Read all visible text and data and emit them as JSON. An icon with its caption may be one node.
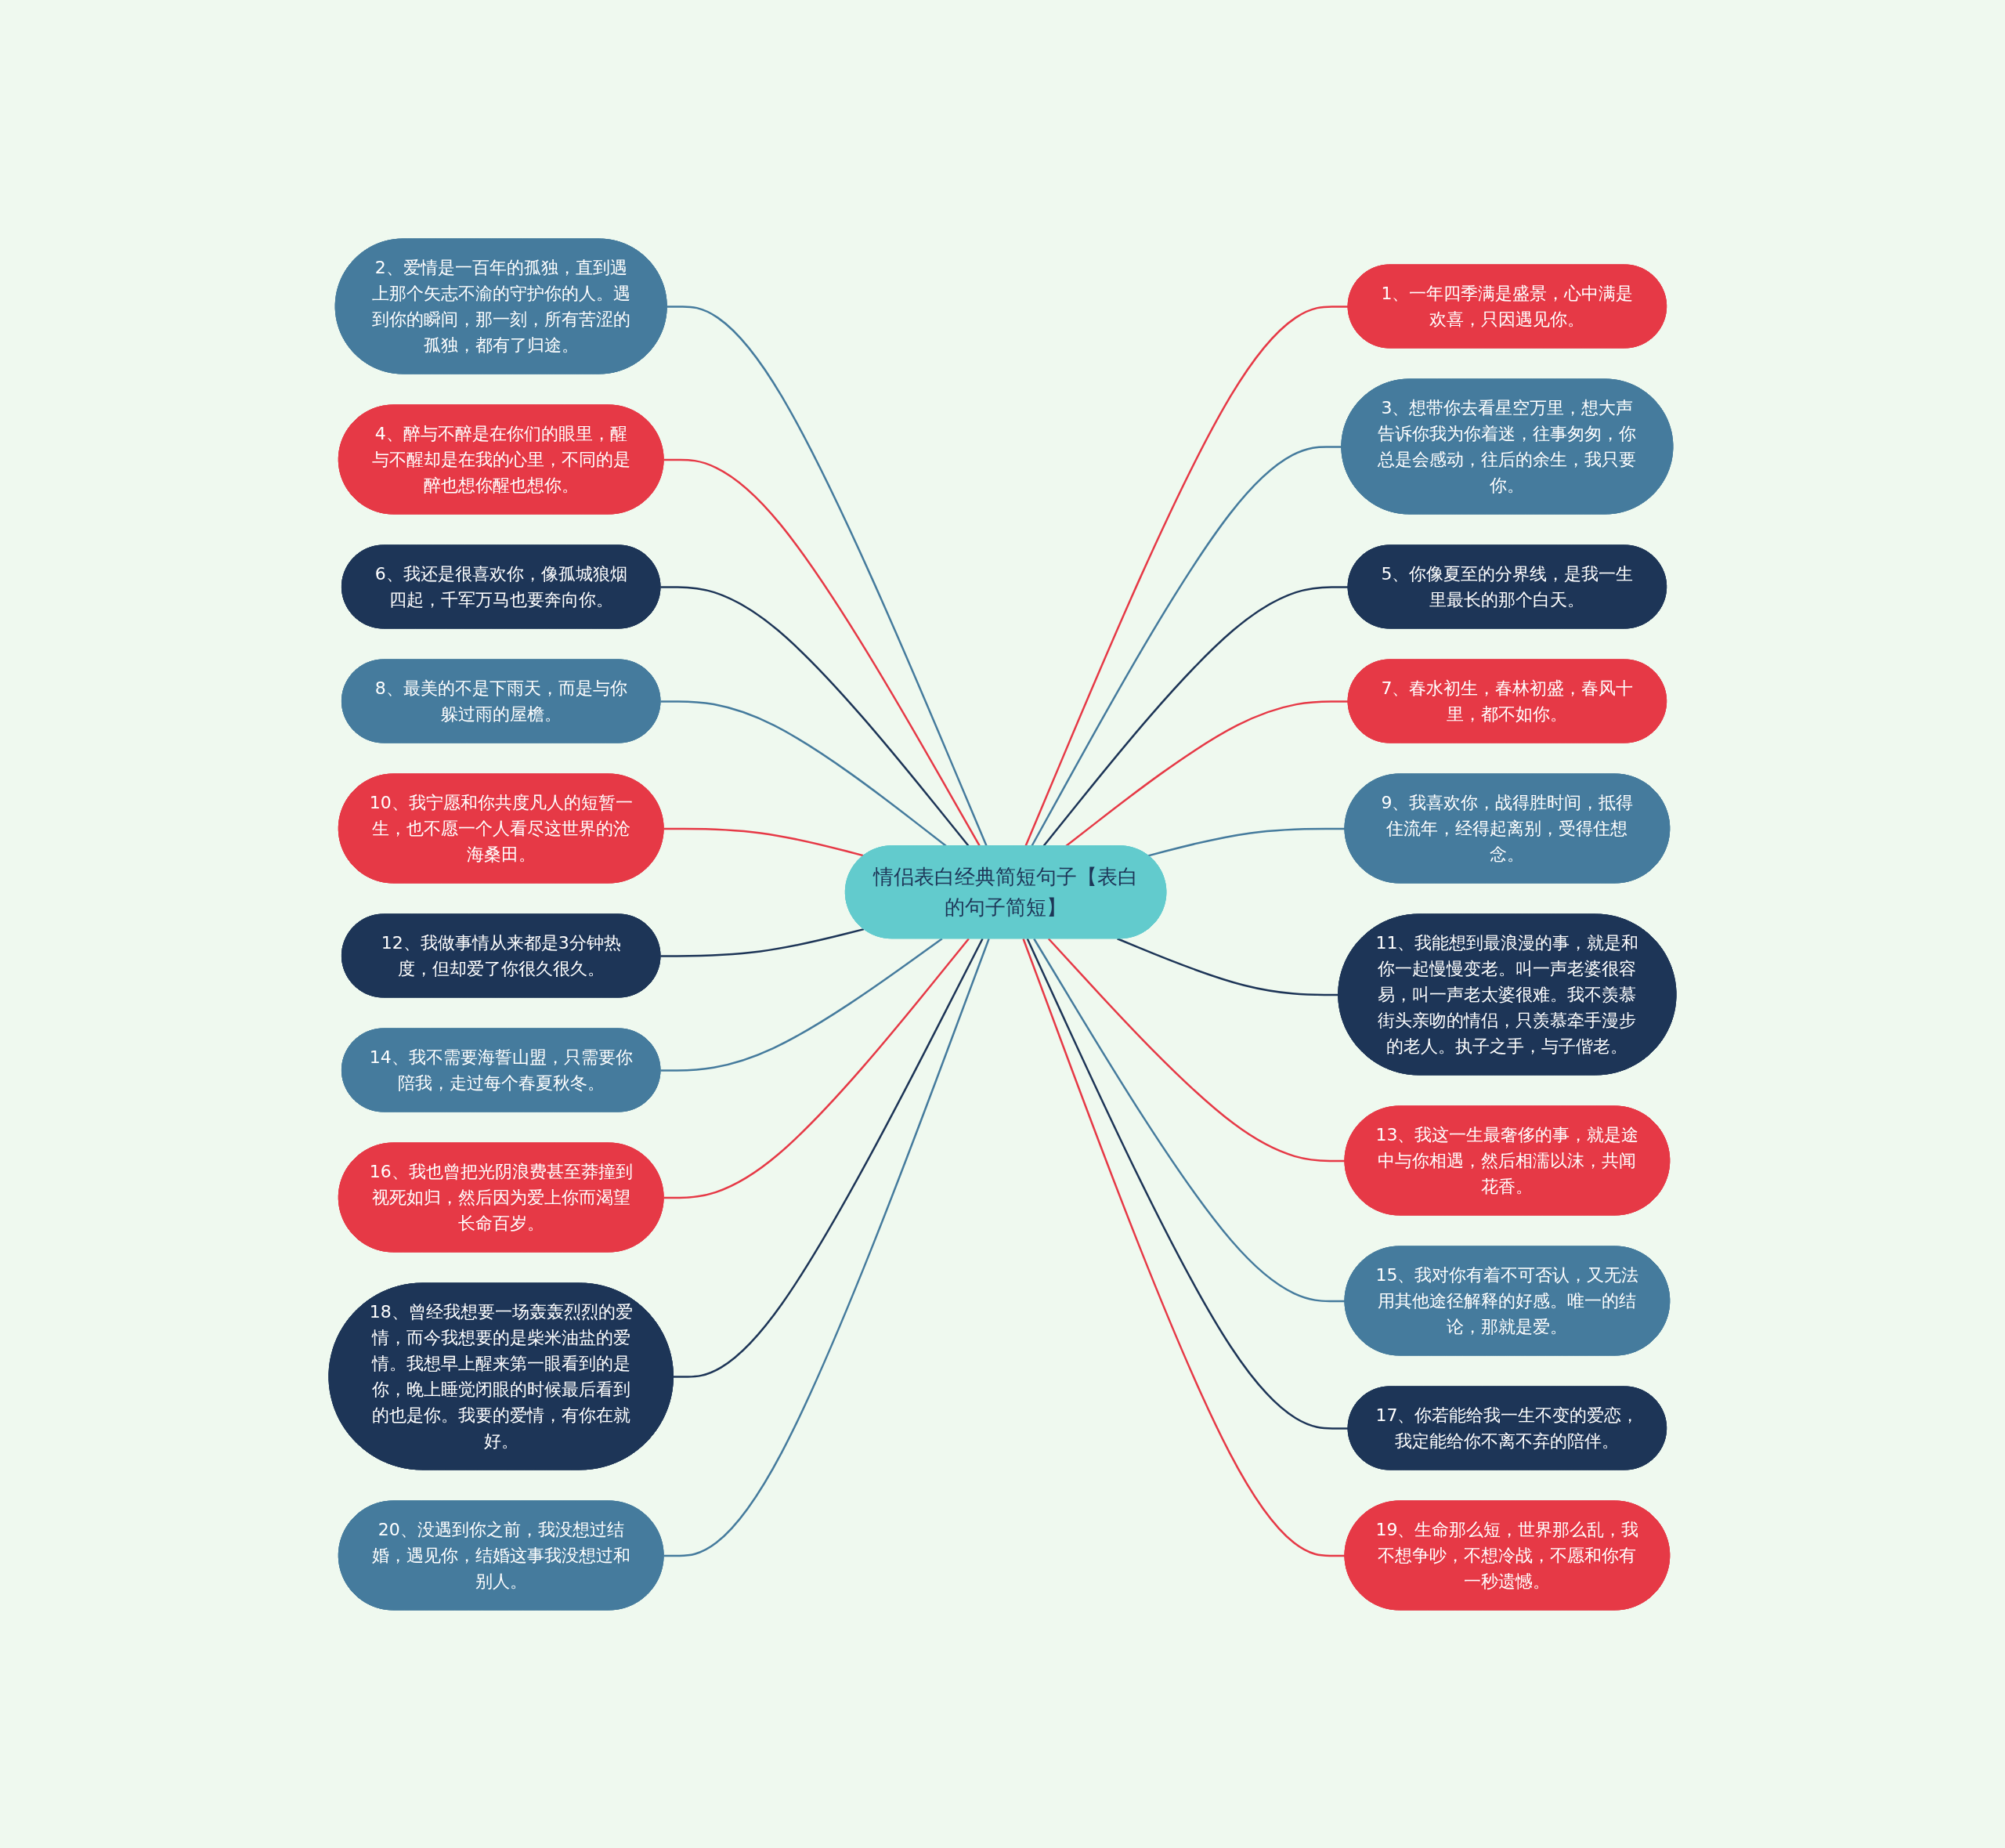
{
  "diagram": {
    "nodes": [
      {
        "text": [
          "情侣表白经典简短句子【表白的句子简短】"
        ]
      },
      {
        "text": [
          "1、一年四季满是盛景，心中满是欢喜，只因遇见你。"
        ]
      },
      {
        "text": [
          "2、爱情是一百年的孤独，直到遇上那个矢志不渝的守护你的人。遇到你的瞬间，那一刻，所有苦涩的孤独，都有了归途。"
        ]
      },
      {
        "text": [
          "3、想带你去看星空万里，想大声告诉你我为你着迷，往事匆匆，你总是会感动，往后的余生，我只要你。"
        ]
      },
      {
        "text": [
          "4、醉与不醉是在你们的眼里，醒与不醒却是在我的心里，不同的是醉也想你醒也想你。"
        ]
      },
      {
        "text": [
          "5、你像夏至的分界线，是我一生里最长的那个白天。"
        ]
      },
      {
        "text": [
          "6、我还是很喜欢你，像孤城狼烟四起，千军万马也要奔向你。"
        ]
      },
      {
        "text": [
          "7、春水初生，春林初盛，春风十里，都不如你。"
        ]
      },
      {
        "text": [
          "8、最美的不是下雨天，而是与你躲过雨的屋檐。"
        ]
      },
      {
        "text": [
          "9、我喜欢你，战得胜时间，抵得住流年，经得起离别，受得住想念。"
        ]
      },
      {
        "text": [
          "10、我宁愿和你共度凡人的短暂一生，也不愿一个人看尽这世界的沧海桑田。"
        ]
      },
      {
        "text": [
          "11、我能想到最浪漫的事，就是和你一起慢慢变老。叫一声老婆很容易，叫一声老太婆很难。我不羡慕街头亲吻的情侣，只羡慕牵手漫步的老人。执子之手，与子偕老。"
        ]
      },
      {
        "text": [
          "12、我做事情从来都是3分钟热度，但却爱了你很久很久。"
        ]
      },
      {
        "text": [
          "13、我这一生最奢侈的事，就是途中与你相遇，然后相濡以沫，共闻花香。"
        ]
      },
      {
        "text": [
          "14、我不需要海誓山盟，只需要你陪我，走过每个春夏秋冬。"
        ]
      },
      {
        "text": [
          "15、我对你有着不可否认，又无法用其他途径解释的好感。唯一的结论，那就是爱。"
        ]
      },
      {
        "text": [
          "16、我也曾把光阴浪费甚至莽撞到视死如归，然后因为爱上你而渴望长命百岁。"
        ]
      },
      {
        "text": [
          "17、你若能给我一生不变的爱恋，我定能给你不离不弃的陪伴。"
        ]
      },
      {
        "text": [
          "18、曾经我想要一场轰轰烈烈的爱情，而今我想要的是柴米油盐的爱情。我想早上醒来第一眼看到的是你，晚上睡觉闭眼的时候最后看到的也是你。我要的爱情，有你在就好。"
        ]
      },
      {
        "text": [
          "19、生命那么短，世界那么乱，我不想争吵，不想冷战，不愿和你有一秒遗憾。"
        ]
      },
      {
        "text": [
          "20、没遇到你之前，我没想过结婚，遇见你，结婚这事我没想过和别人。"
        ]
      }
    ],
    "edges": [
      {
        "from": 0,
        "to": 1,
        "arrow": "none",
        "color": "#e63946"
      },
      {
        "from": 2,
        "to": 0,
        "arrow": "none",
        "color": "#457b9d"
      },
      {
        "from": 0,
        "to": 3,
        "arrow": "none",
        "color": "#457b9d"
      },
      {
        "from": 4,
        "to": 0,
        "arrow": "none",
        "color": "#e63946"
      },
      {
        "from": 0,
        "to": 5,
        "arrow": "none",
        "color": "#1d3557"
      },
      {
        "from": 6,
        "to": 0,
        "arrow": "none",
        "color": "#1d3557"
      },
      {
        "from": 0,
        "to": 7,
        "arrow": "none",
        "color": "#e63946"
      },
      {
        "from": 8,
        "to": 0,
        "arrow": "none",
        "color": "#457b9d"
      },
      {
        "from": 0,
        "to": 9,
        "arrow": "none",
        "color": "#457b9d"
      },
      {
        "from": 10,
        "to": 0,
        "arrow": "none",
        "color": "#e63946"
      },
      {
        "from": 0,
        "to": 11,
        "arrow": "none",
        "color": "#1d3557"
      },
      {
        "from": 12,
        "to": 0,
        "arrow": "none",
        "color": "#1d3557"
      },
      {
        "from": 0,
        "to": 13,
        "arrow": "none",
        "color": "#e63946"
      },
      {
        "from": 14,
        "to": 0,
        "arrow": "none",
        "color": "#457b9d"
      },
      {
        "from": 0,
        "to": 15,
        "arrow": "none",
        "color": "#457b9d"
      },
      {
        "from": 16,
        "to": 0,
        "arrow": "none",
        "color": "#e63946"
      },
      {
        "from": 0,
        "to": 17,
        "arrow": "none",
        "color": "#1d3557"
      },
      {
        "from": 18,
        "to": 0,
        "arrow": "none",
        "color": "#1d3557"
      },
      {
        "from": 0,
        "to": 19,
        "arrow": "none",
        "color": "#e63946"
      },
      {
        "from": 20,
        "to": 0,
        "arrow": "none",
        "color": "#457b9d"
      }
    ]
  }
}
